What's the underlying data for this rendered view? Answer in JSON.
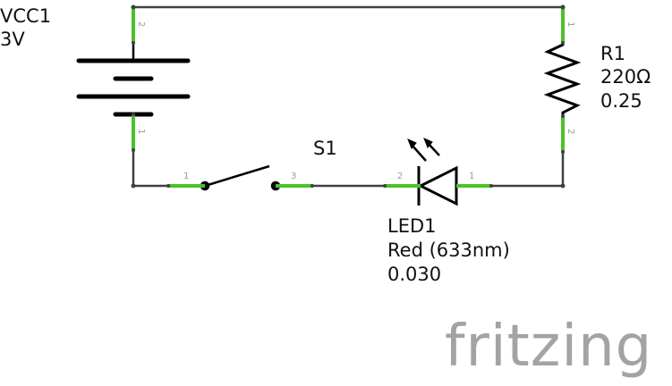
{
  "components": {
    "vcc1": {
      "ref": "VCC1",
      "value": "3V",
      "pin_top": "2",
      "pin_bottom": "1"
    },
    "r1": {
      "ref": "R1",
      "value": "220Ω",
      "power": "0.25",
      "pin_top": "1",
      "pin_bottom": "2"
    },
    "s1": {
      "ref": "S1",
      "pin_left": "1",
      "pin_right": "3"
    },
    "led1": {
      "ref": "LED1",
      "color": "Red (633nm)",
      "current": "0.030",
      "pin_left": "2",
      "pin_right": "1"
    }
  },
  "watermark": "fritzing",
  "colors": {
    "wire": "#404040",
    "pin": "#49c12b",
    "text": "#111111",
    "pin_label": "#999999",
    "watermark": "#a3a3a3"
  }
}
